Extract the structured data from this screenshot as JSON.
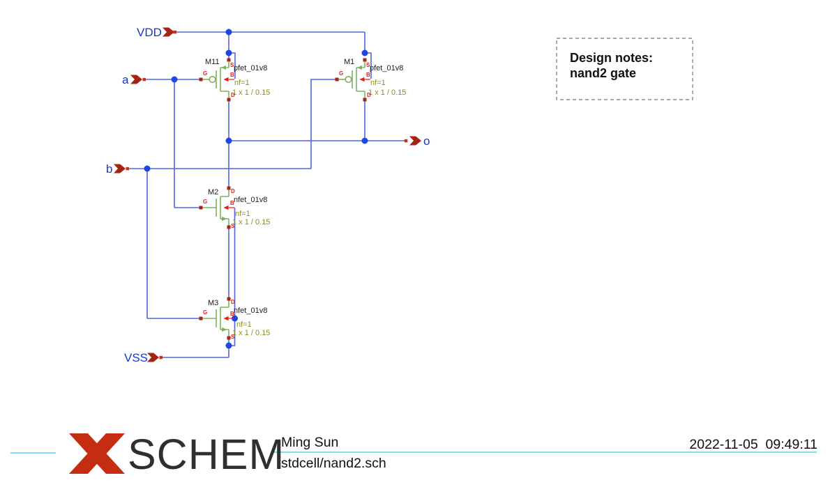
{
  "app": "xschem schematic view",
  "colors": {
    "wire_blue": "#5163e2",
    "junction_blue": "#1e47df",
    "symbol_green": "#7cb25f",
    "pin_red_dark": "#ab2418",
    "pin_red_bright": "#e51c1c",
    "port_label_blue": "#1636d0",
    "param_olive": "#8f8c1f",
    "logo_red": "#c52d12",
    "titleline_cyan": "#7ee0ea",
    "background": "#ffffff"
  },
  "schematic": {
    "ports": {
      "vdd": "VDD",
      "a": "a",
      "b": "b",
      "o": "o",
      "vss": "VSS"
    },
    "pin_letters": {
      "g": "G",
      "s": "S",
      "d": "D",
      "b": "B"
    },
    "transistors": [
      {
        "name": "M11",
        "model": "pfet_01v8",
        "nf": "nf=1",
        "dims": "1 x 1 / 0.15"
      },
      {
        "name": "M1",
        "model": "pfet_01v8",
        "nf": "nf=1",
        "dims": "1 x 1 / 0.15"
      },
      {
        "name": "M2",
        "model": "nfet_01v8",
        "nf": "nf=1",
        "dims": "1 x 1 / 0.15"
      },
      {
        "name": "M3",
        "model": "nfet_01v8",
        "nf": "nf=1",
        "dims": "1 x 1 / 0.15"
      }
    ],
    "notes": {
      "line1": "Design notes:",
      "line2": "nand2 gate"
    }
  },
  "footer": {
    "logo_text": "SCHEM",
    "author": "Ming Sun",
    "file": "stdcell/nand2.sch",
    "datetime": "2022-11-05  09:49:11"
  }
}
